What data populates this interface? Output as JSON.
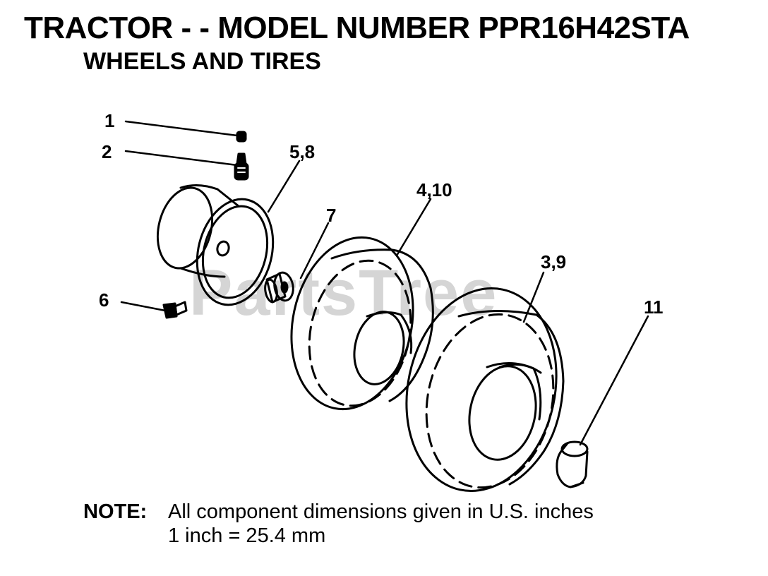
{
  "header": {
    "title": "TRACTOR - - MODEL NUMBER PPR16H42STA",
    "subtitle": "WHEELS AND TIRES"
  },
  "watermark": "PartsTree",
  "callouts": {
    "c1": "1",
    "c2": "2",
    "c58": "5,8",
    "c410": "4,10",
    "c7": "7",
    "c39": "3,9",
    "c6": "6",
    "c11": "11"
  },
  "note": {
    "label": "NOTE:",
    "line1": "All component dimensions given in U.S. inches",
    "line2": "1 inch = 25.4 mm"
  }
}
